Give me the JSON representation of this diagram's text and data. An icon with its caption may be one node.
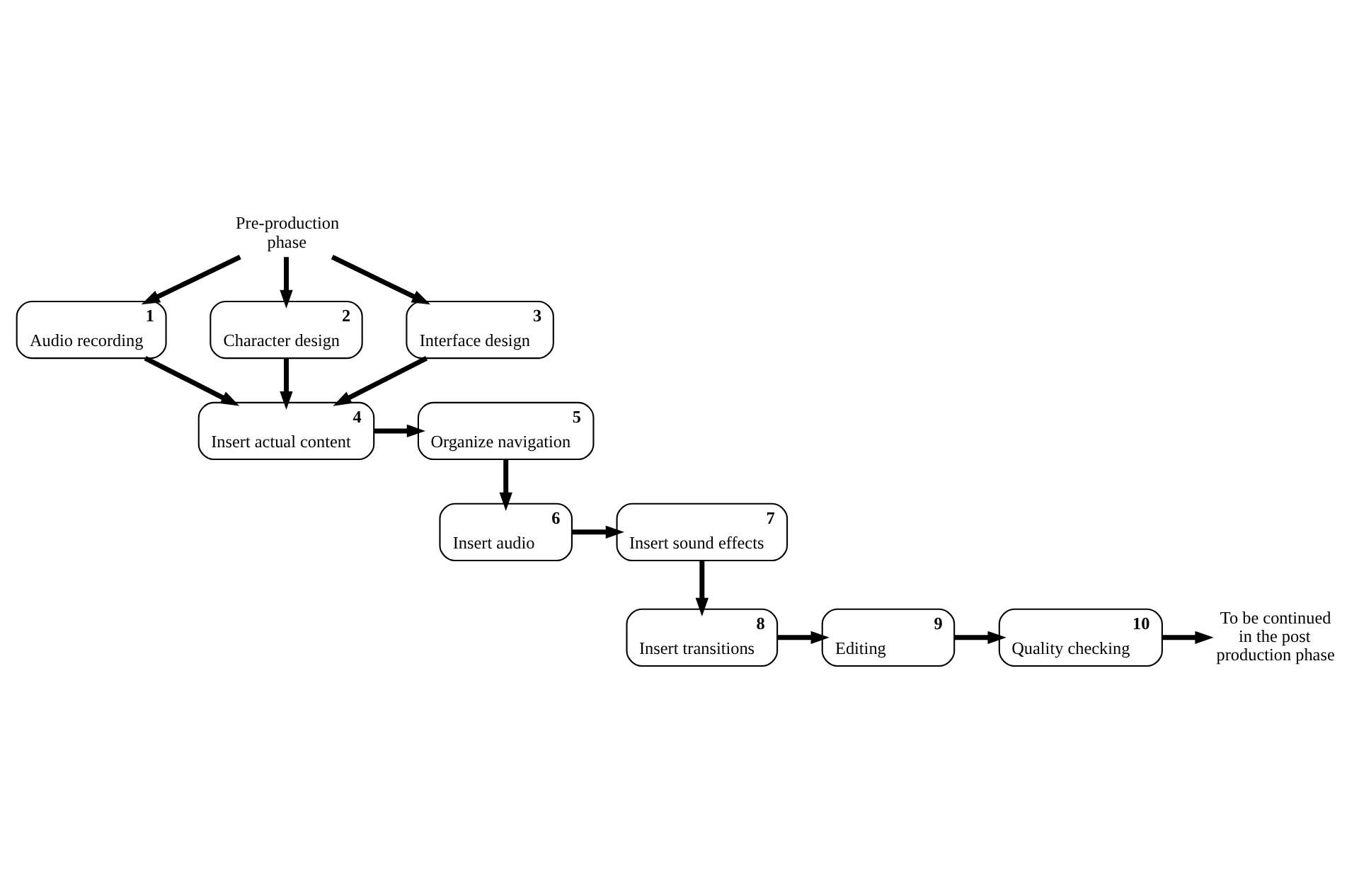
{
  "diagram": {
    "nodes": [
      {
        "text": [
          "Pre-production phase"
        ]
      },
      {
        "text": [
          "Audio recording",
          "1"
        ]
      },
      {
        "text": [
          "Character design",
          "2"
        ]
      },
      {
        "text": [
          "Interface design",
          "3"
        ]
      },
      {
        "text": [
          "Insert actual content",
          "4"
        ]
      },
      {
        "text": [
          "Organize navigation",
          "5"
        ]
      },
      {
        "text": [
          "Insert audio",
          "6"
        ]
      },
      {
        "text": [
          "Insert sound effects",
          "7"
        ]
      },
      {
        "text": [
          "Insert transitions",
          "8"
        ]
      },
      {
        "text": [
          "Editing",
          "9"
        ]
      },
      {
        "text": [
          "Quality checking",
          "10"
        ]
      },
      {
        "text": [
          "To be continued in the post production phase"
        ]
      }
    ],
    "edges": [
      {
        "from": 0,
        "to": 1,
        "arrow": "to"
      },
      {
        "from": 0,
        "to": 2,
        "arrow": "to"
      },
      {
        "from": 0,
        "to": 3,
        "arrow": "to"
      },
      {
        "from": 1,
        "to": 4,
        "arrow": "to"
      },
      {
        "from": 2,
        "to": 4,
        "arrow": "to"
      },
      {
        "from": 3,
        "to": 4,
        "arrow": "to"
      },
      {
        "from": 4,
        "to": 5,
        "arrow": "to"
      },
      {
        "from": 5,
        "to": 6,
        "arrow": "to"
      },
      {
        "from": 6,
        "to": 7,
        "arrow": "to"
      },
      {
        "from": 7,
        "to": 8,
        "arrow": "to"
      },
      {
        "from": 8,
        "to": 9,
        "arrow": "to"
      },
      {
        "from": 9,
        "to": 10,
        "arrow": "to"
      },
      {
        "from": 10,
        "to": 11,
        "arrow": "to"
      }
    ]
  }
}
